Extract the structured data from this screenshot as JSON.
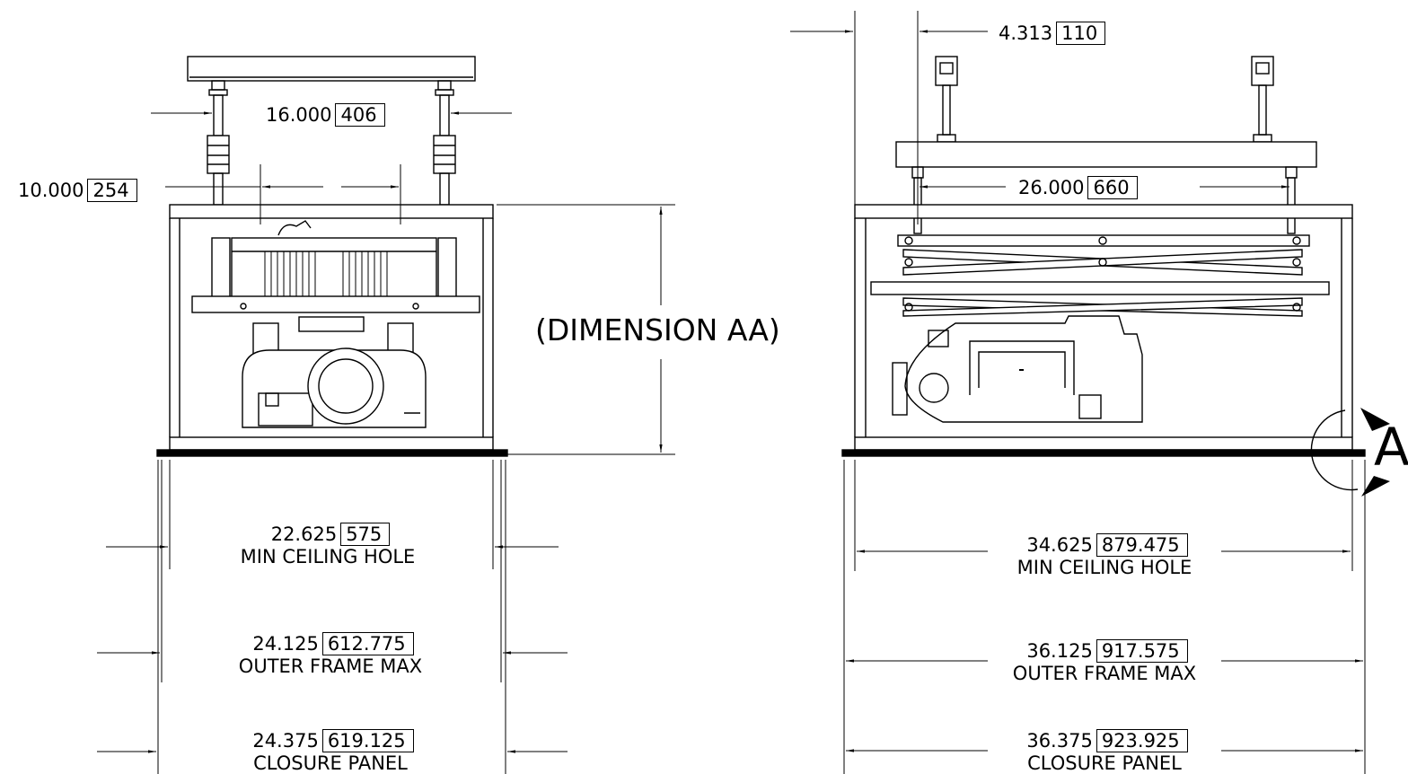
{
  "left_view": {
    "dim_top_width": {
      "value": "16.000",
      "metric": "406"
    },
    "dim_inner": {
      "value": "10.000",
      "metric": "254"
    },
    "dim_height_label": "(DIMENSION AA)",
    "ceiling_hole": {
      "value": "22.625",
      "metric": "575",
      "caption": "MIN CEILING HOLE"
    },
    "outer_frame": {
      "value": "24.125",
      "metric": "612.775",
      "caption": "OUTER FRAME MAX"
    },
    "closure_panel": {
      "value": "24.375",
      "metric": "619.125",
      "caption": "CLOSURE PANEL"
    }
  },
  "right_view": {
    "dim_offset": {
      "value": "4.313",
      "metric": "110"
    },
    "dim_rod_span": {
      "value": "26.000",
      "metric": "660"
    },
    "ceiling_hole": {
      "value": "34.625",
      "metric": "879.475",
      "caption": "MIN CEILING HOLE"
    },
    "outer_frame": {
      "value": "36.125",
      "metric": "917.575",
      "caption": "OUTER FRAME MAX"
    },
    "closure_panel": {
      "value": "36.375",
      "metric": "923.925",
      "caption": "CLOSURE PANEL"
    },
    "view_marker": "A"
  }
}
